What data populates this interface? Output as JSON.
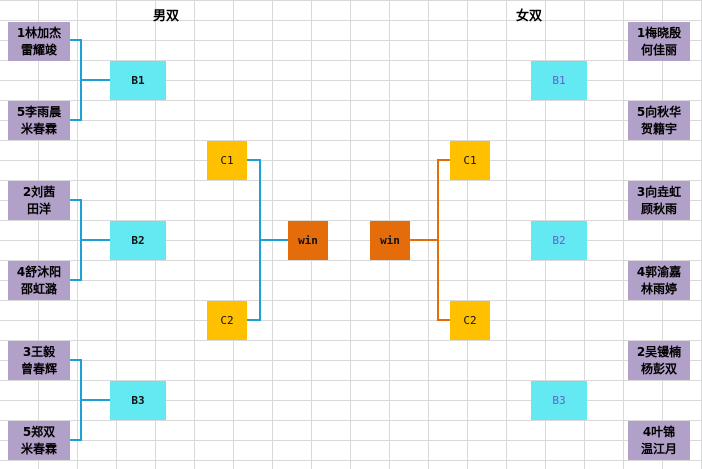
{
  "headers": {
    "men": "男双",
    "women": "女双"
  },
  "men": {
    "players": [
      {
        "l1": "1林加杰",
        "l2": "雷耀竣"
      },
      {
        "l1": "5李雨晨",
        "l2": "米春霖"
      },
      {
        "l1": "2刘茜",
        "l2": "田洋"
      },
      {
        "l1": "4舒沐阳",
        "l2": "邵虹潞"
      },
      {
        "l1": "3王毅",
        "l2": "曾春辉"
      },
      {
        "l1": "5郑双",
        "l2": "米春霖"
      }
    ],
    "b": [
      "B1",
      "B2",
      "B3"
    ],
    "c": [
      "C1",
      "C2"
    ],
    "win": "win"
  },
  "women": {
    "players": [
      {
        "l1": "1梅晓殷",
        "l2": "何佳丽"
      },
      {
        "l1": "5向秋华",
        "l2": "贺籍宇"
      },
      {
        "l1": "3向垚虹",
        "l2": "顾秋雨"
      },
      {
        "l1": "4郭渝嘉",
        "l2": "林雨婷"
      },
      {
        "l1": "2吴镘楠",
        "l2": "杨彭双"
      },
      {
        "l1": "4叶锦",
        "l2": "温江月"
      }
    ],
    "b": [
      "B1",
      "B2",
      "B3"
    ],
    "c": [
      "C1",
      "C2"
    ],
    "win": "win"
  },
  "colors": {
    "men_line": "#1e9fd6",
    "women_line": "#e46c0a"
  }
}
